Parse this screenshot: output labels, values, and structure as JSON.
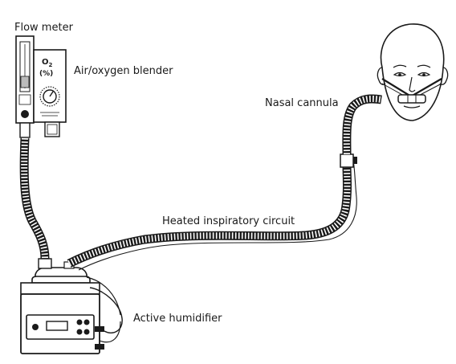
{
  "labels": {
    "flow_meter": "Flow meter",
    "air_oxygen_blender": "Air/oxygen blender",
    "nasal_cannula": "Nasal cannula",
    "heated_inspiratory_circuit": "Heated inspiratory circuit",
    "active_humidifier": "Active humidifier"
  },
  "blender_panel": {
    "o2": "O",
    "o2_sub": "2",
    "percent": "(%)"
  },
  "colors": {
    "line": "#1a1a1a",
    "fill": "#ffffff",
    "shade": "#cfcfcf"
  },
  "icons": [
    "flow-meter-icon",
    "blender-dial-icon",
    "humidifier-icon",
    "patient-face-icon",
    "corrugated-tube-icon"
  ]
}
